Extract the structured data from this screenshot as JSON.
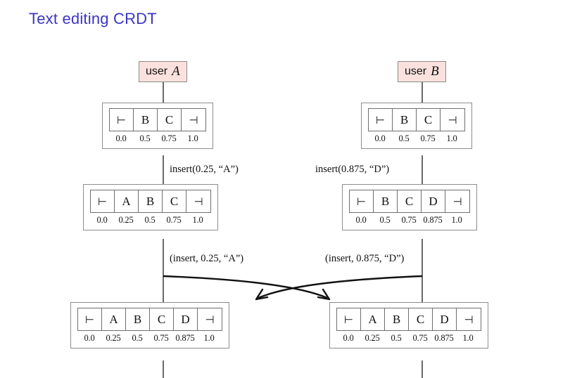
{
  "slide": {
    "title": "Text editing CRDT",
    "title_color": "#3b35c4",
    "background": "#ffffff"
  },
  "theme": {
    "user_box_fill": "#fbe1dd",
    "user_box_border": "#8a8a8a",
    "state_box_border": "#8d8d8d",
    "cell_border": "#6f6f6f",
    "line_color": "#1a1a1a",
    "text_color": "#111111"
  },
  "users": [
    {
      "id": "A",
      "word": "user",
      "name": "A"
    },
    {
      "id": "B",
      "word": "user",
      "name": "B"
    }
  ],
  "states": {
    "a_initial": {
      "owner": "A",
      "cells": [
        "⊢",
        "B",
        "C",
        "⊣"
      ],
      "positions": [
        "0.0",
        "0.5",
        "0.75",
        "1.0"
      ]
    },
    "b_initial": {
      "owner": "B",
      "cells": [
        "⊢",
        "B",
        "C",
        "⊣"
      ],
      "positions": [
        "0.0",
        "0.5",
        "0.75",
        "1.0"
      ]
    },
    "a_after_local": {
      "owner": "A",
      "cells": [
        "⊢",
        "A",
        "B",
        "C",
        "⊣"
      ],
      "positions": [
        "0.0",
        "0.25",
        "0.5",
        "0.75",
        "1.0"
      ]
    },
    "b_after_local": {
      "owner": "B",
      "cells": [
        "⊢",
        "B",
        "C",
        "D",
        "⊣"
      ],
      "positions": [
        "0.0",
        "0.5",
        "0.75",
        "0.875",
        "1.0"
      ]
    },
    "a_converged": {
      "owner": "A",
      "cells": [
        "⊢",
        "A",
        "B",
        "C",
        "D",
        "⊣"
      ],
      "positions": [
        "0.0",
        "0.25",
        "0.5",
        "0.75",
        "0.875",
        "1.0"
      ]
    },
    "b_converged": {
      "owner": "B",
      "cells": [
        "⊢",
        "A",
        "B",
        "C",
        "D",
        "⊣"
      ],
      "positions": [
        "0.0",
        "0.25",
        "0.5",
        "0.75",
        "0.875",
        "1.0"
      ]
    }
  },
  "operations": {
    "a_local": "insert(0.25, “A”)",
    "b_local": "insert(0.875, “D”)"
  },
  "messages": {
    "a_to_b": "(insert, 0.25, “A”)",
    "b_to_a": "(insert, 0.875, “D”)"
  },
  "icons": {
    "start_sentinel": "turnstile-left-icon",
    "end_sentinel": "turnstile-right-icon",
    "arrow_a_to_b": "arrow-head-right-icon",
    "arrow_b_to_a": "arrow-head-left-icon"
  }
}
